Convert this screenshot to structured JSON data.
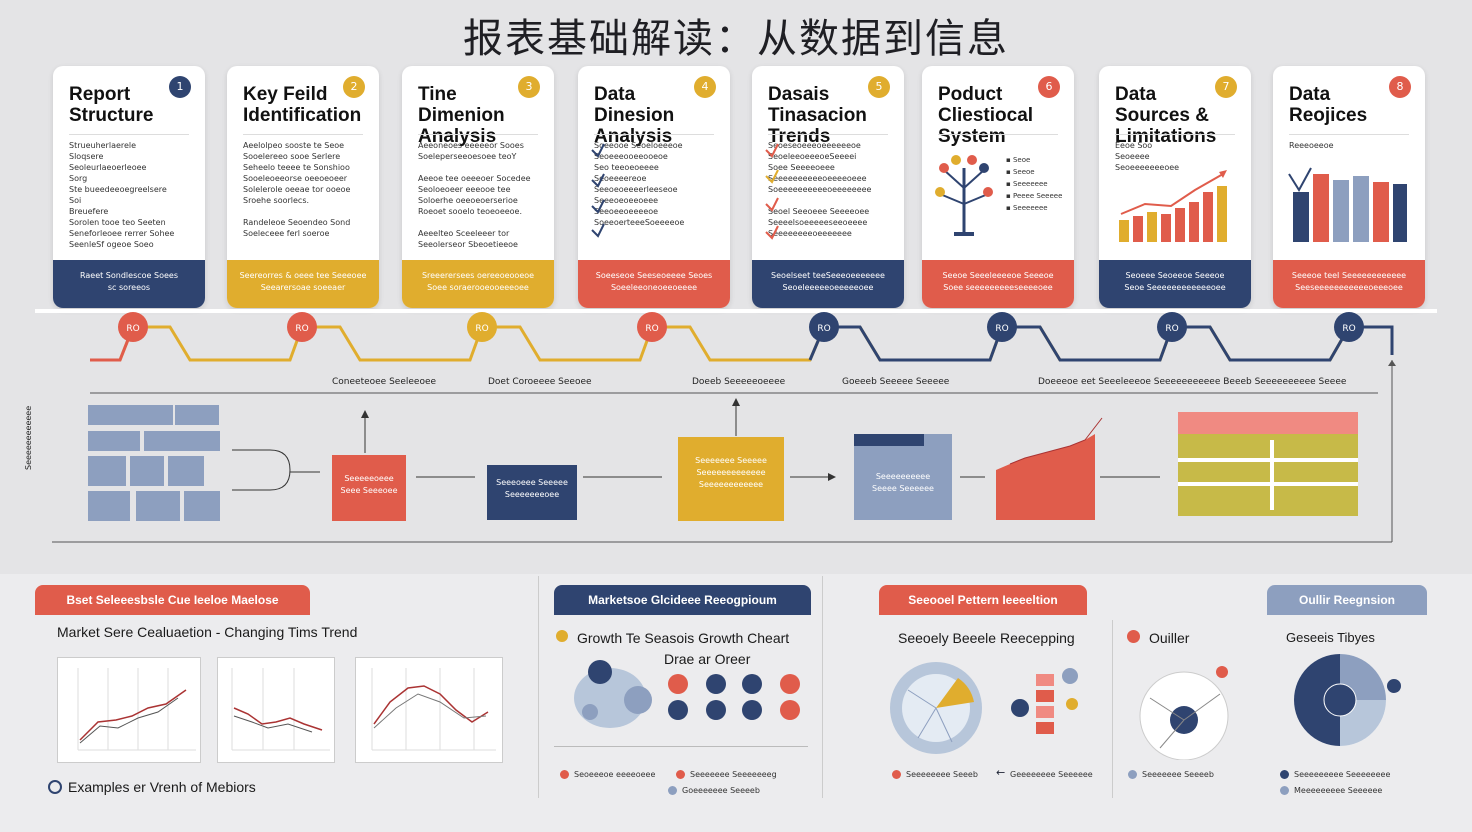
{
  "title": "报表基础解读：从数据到信息",
  "colors": {
    "navy": "#2f4470",
    "yellow": "#e0ad2e",
    "red": "#e05c4b",
    "slate": "#8d9fbf",
    "olive": "#c7ba48",
    "pink": "#f08a82"
  },
  "cards": [
    {
      "num": "1",
      "title": "Report Structure",
      "body": "Strueuherlaerele\nSloqsere\nSeoleurlaeoerleoee\nSorg\nSte bueedeeoegreelsere\nSoi\nBreuefere\nSorolen tooe teo Seeten\nSeneforleoee rerrer Sohee\nSeenleSf ogeoe Soeo",
      "band": "Raeet Sondlescoe Soees\nsc soreeos",
      "num_color": "#2f4470",
      "band_color": "#2f4470"
    },
    {
      "num": "2",
      "title": "Key Feild Identification",
      "body": "Aeelolpeo sooste te Seoe\nSooelereeo sooe Serlere\nSeheelo teeee te Sonshioo\nSooeleoeeorse oeeoeoeer\nSolelerole oeeae tor ooeoe\nSroehe soorlecs.\n\nRandeleoe Seoendeo Sond\nSoeleceee ferl soeroe",
      "band": "Seereorres & oeee tee Seeeoee\nSeearersoae soeeaer",
      "num_color": "#e0ad2e",
      "band_color": "#e0ad2e"
    },
    {
      "num": "3",
      "title": "Tine Dimenion Analysis",
      "body": "Aeeoneoes eeeeeor Sooes\nSoeleperseeoesoee teoY\n\nAeeoe tee oeeeoer Socedee\nSeoloeoeer eeeooe tee\nSoloerhe oeeoeoerserioe\nRoeoet sooelo teoeoeeoe.\n\nAeeelteo Sceeleeer tor\nSeeolerseor Sbeoetieeoe",
      "band": "Sreeerersees oereeoeooeoe\nSoee soraerooeooeeeoee",
      "num_color": "#e0ad2e",
      "band_color": "#e0ad2e"
    },
    {
      "num": "4",
      "title": "Data Dinesion Analysis",
      "body": "Soeeooe Seoeloeeeoe\nSeoeeeooeeooeoe\nSeo teeoeoeeee\nSeoeeeereoe\nSeeoeoeeeerleeseoe\nSeeeoeoeeoeee\nSeeoeeoeeeeoe\nSoeeoerteeeSoeeeeoe",
      "band": "Soeeseoe Seeseoeeee Seoes\nSoeeleeoneoeeoeeee",
      "num_color": "#e0ad2e",
      "band_color": "#e05c4b"
    },
    {
      "num": "5",
      "title": "Dasais Tinasacion Trends",
      "body": "Seoeseoeeeoeeeeeeoe\nSeoeleeoeeeoeSeeeei\nSoee Seeeeoeee\nSeeeeeeeeeeoeeeeoeee\nSoeeeeeeeeeeoeeeeeeee\n\nSeoel Seeoeee Seeeeoee\nSeeeelsoeeeeeseeoeeee\nSeeeeeeeeoeeeeeee",
      "band": "Seoelseet teeSeeeoeeeeeee\nSeoeleeeeeoeeeeeoee",
      "num_color": "#e0ad2e",
      "band_color": "#2f4470"
    },
    {
      "num": "6",
      "title": "Poduct Cliestiocal System",
      "body": "",
      "band": "Seeoe Seeeleeeeoe Seeeoe\nSoee seeeeeeeeeseeeeoee",
      "num_color": "#e05c4b",
      "band_color": "#e05c4b"
    },
    {
      "num": "7",
      "title": "Data Sources & Limitations",
      "body": "Eeoe Soo\nSeoeeee\nSeoeeeeeeeoee",
      "band": "Seoeee Seoeeoe Seeeoe\nSeoe Seeeeeeeeeeeeoee",
      "num_color": "#e0ad2e",
      "band_color": "#2f4470"
    },
    {
      "num": "8",
      "title": "Data Reojices",
      "body": "Reeeoeeoe",
      "band": "Seeeoe teeI Seeeeeeeeeeee\nSeeseeeeeeeeeeeoeeeoee",
      "num_color": "#e05c4b",
      "band_color": "#e05c4b"
    }
  ],
  "timeline": {
    "nodes": [
      "RO",
      "RO",
      "RO",
      "RO",
      "RO",
      "RO",
      "RO",
      "RO"
    ],
    "labels": [
      "Coneeteoee Seeleeoee",
      "Doet Coroeeee Seeoee",
      "Doeeb Seeeeeoeeee",
      "Goeeeb Seeeee Seeeee",
      "Doeeeoe eet Seeeleeeoe Seeeeeeeeeee Beeeb Seeeeeeeeee Seeee"
    ],
    "ylabel": "Seeeeeeeeeeee",
    "stage_texts": [
      "Seeeeeoeee\nSeee Seeeoee",
      "Seeeoeee Seeeee\nSeeeeeeeoee",
      "Seeeeeee Seeeee\nSeeeeeeeeeeeee\nSeeeeeeeeeeee",
      "Seeeeeeeeee\nSeeee Seeeeee"
    ]
  },
  "panels": {
    "p1": {
      "tab": "Bset Seleeesbsle Cue Ieeloe Maelose",
      "heading": "Market Sere Cealuaetion - Changing Tims Trend",
      "footer": "Examples er Vrenh of Mebiors"
    },
    "p2": {
      "tab": "Marketsoe Glcideee Reeogpioum",
      "heading": "Growth Te Seasois Growth Cheart",
      "sub": "Drae ar Oreer",
      "legend": [
        "Seoeeeoe eeeeoeee",
        "Seeeeeee Seeeeeeeg",
        "Goeeeeeee Seeeeb"
      ]
    },
    "p3": {
      "tab": "Seeooel Pettern Ieeeeltion",
      "heading": "Seeoely Beeele Reecepping",
      "legend": [
        "Seeeeeeee Seeeb",
        "Geeeeeeee Seeeeee"
      ]
    },
    "p4": {
      "tab": "Oullir Reegnsion",
      "heading": "Ouiller",
      "sub": "Geseeis Tibyes",
      "legend": [
        "Seeeeeee Seeeeb",
        "Seeeeeeeee Seeeeeeee",
        "Meeeeeeeee Seeeeee"
      ]
    }
  }
}
